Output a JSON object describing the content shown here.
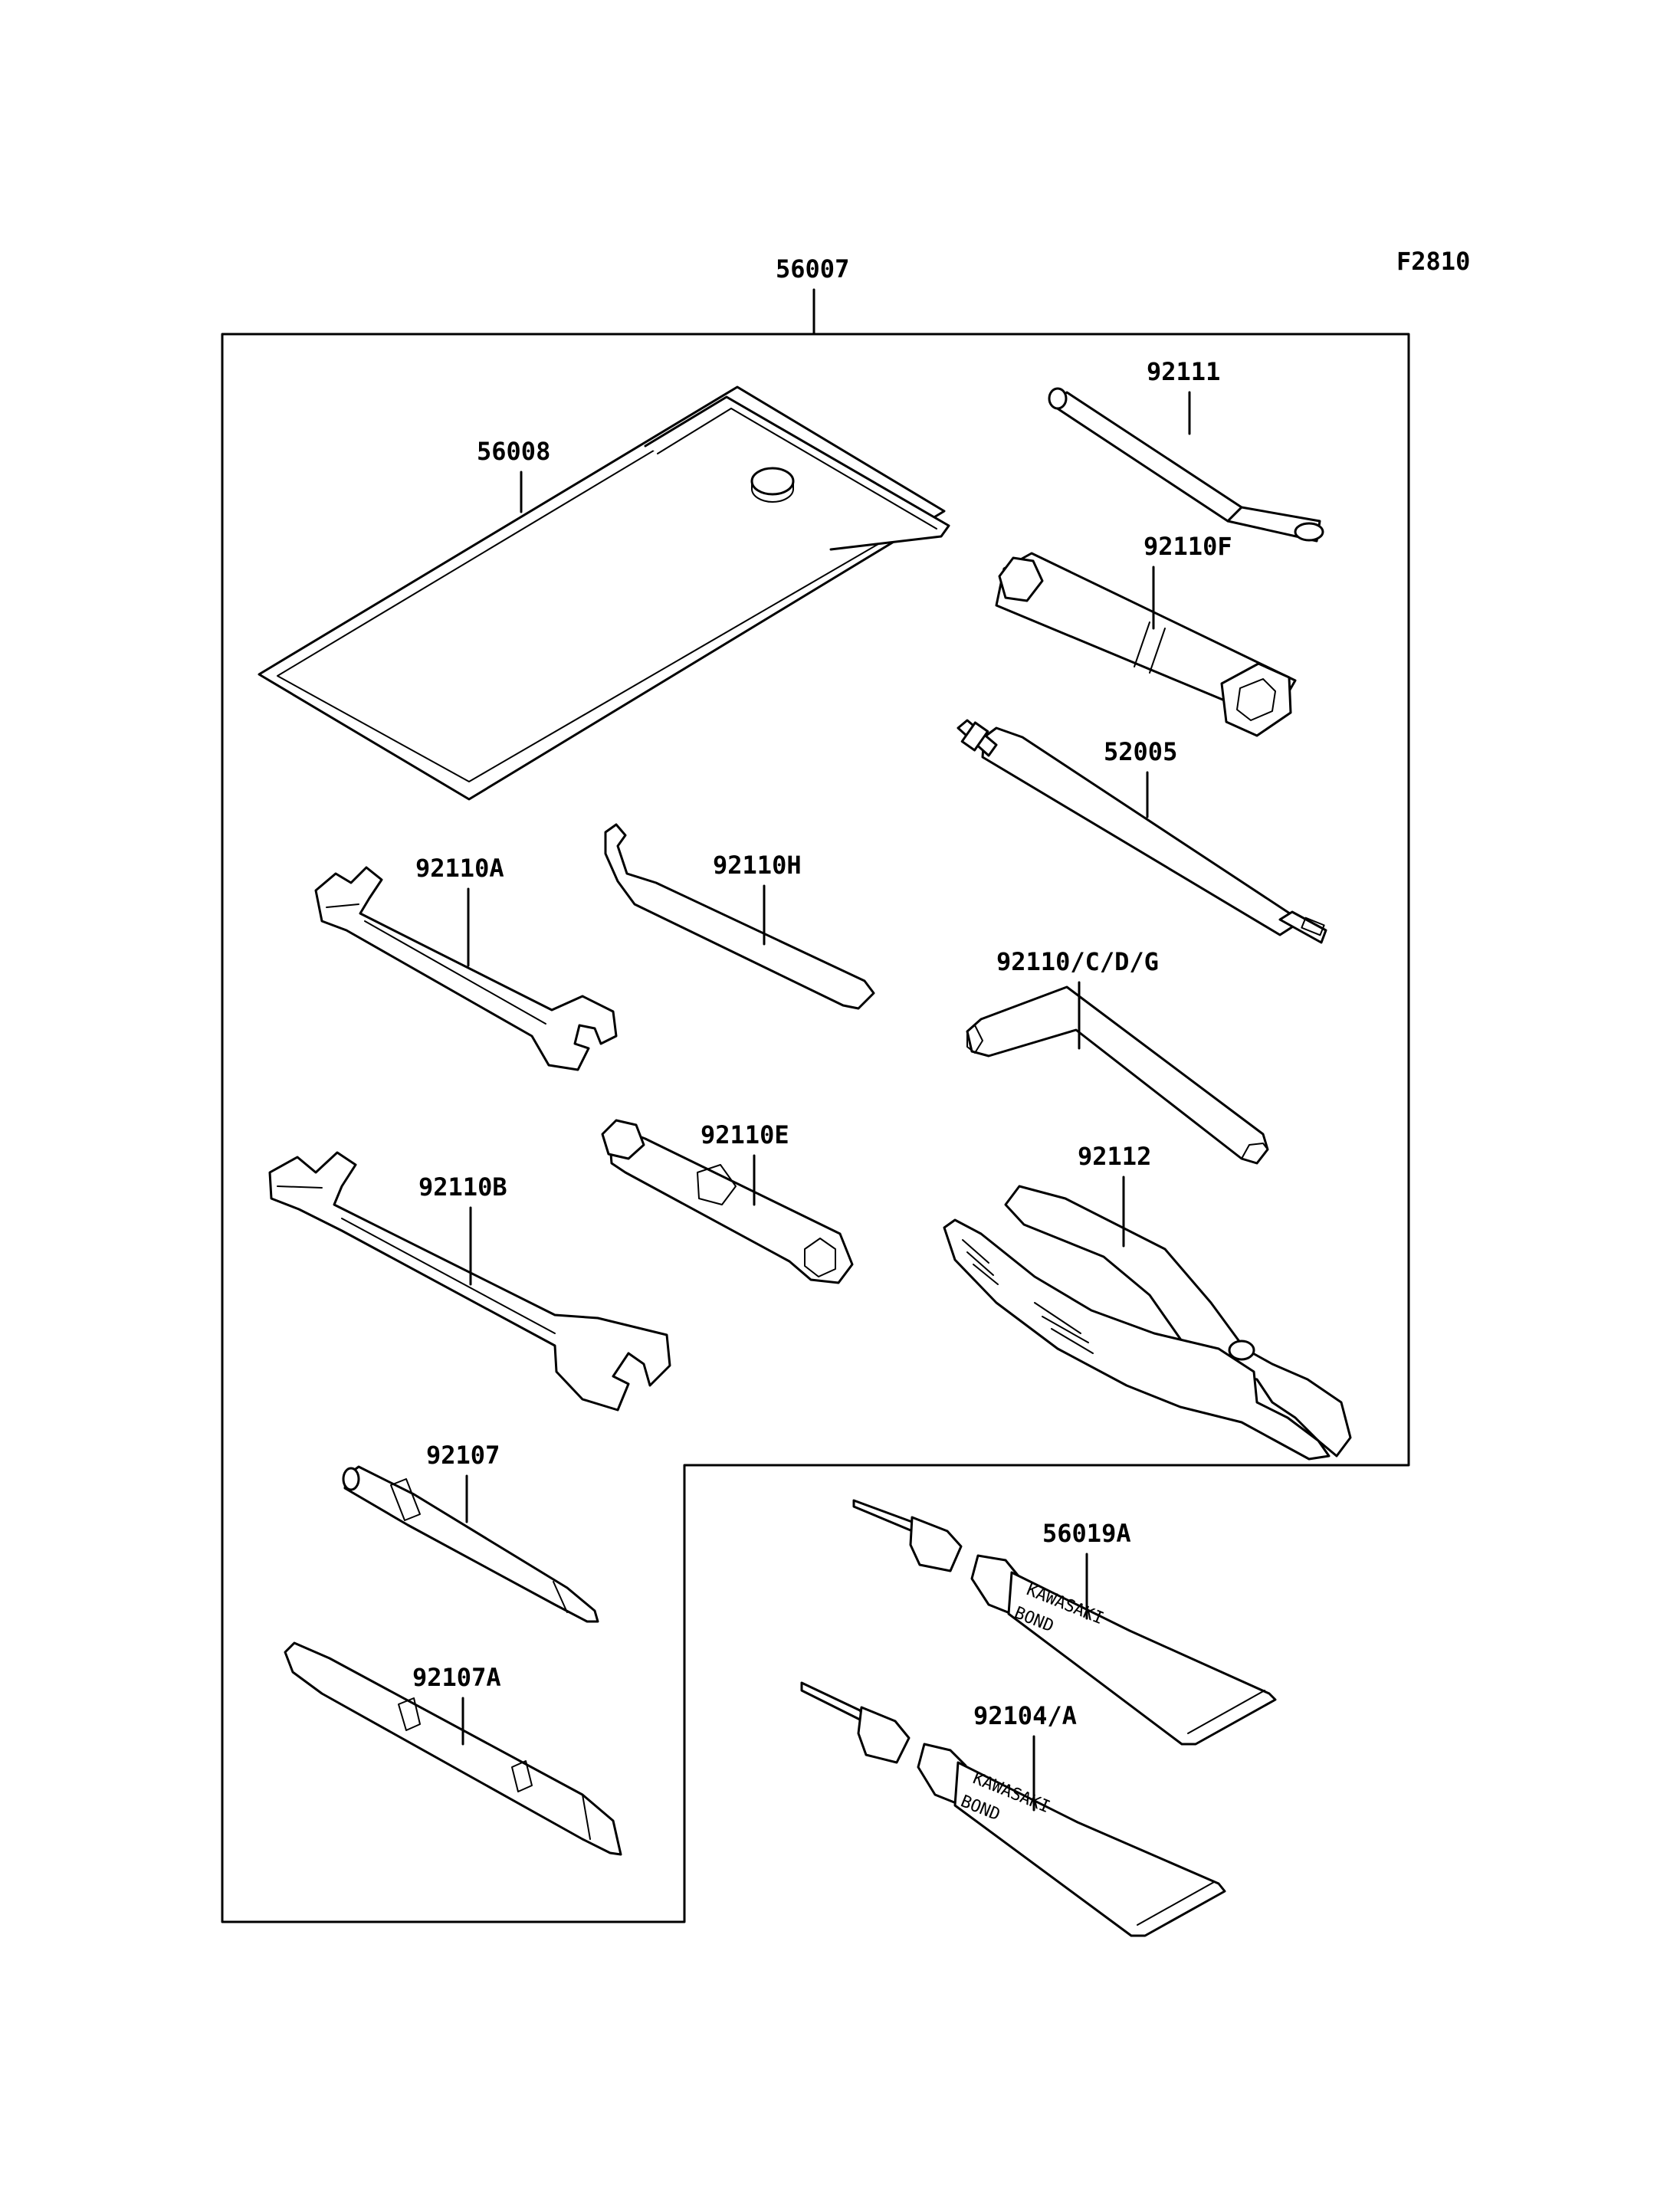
{
  "figure_code": "F2810",
  "kit_label": "56007",
  "parts": [
    {
      "id": "pouch",
      "number": "56008",
      "icon": "tool-pouch-icon"
    },
    {
      "id": "handle",
      "number": "92111",
      "icon": "handle-bar-icon"
    },
    {
      "id": "plug-wrench",
      "number": "92110F",
      "icon": "spark-plug-wrench-icon"
    },
    {
      "id": "gauge",
      "number": "52005",
      "icon": "pressure-gauge-icon"
    },
    {
      "id": "wrench-a",
      "number": "92110A",
      "icon": "open-end-wrench-icon"
    },
    {
      "id": "hook-wrench",
      "number": "92110H",
      "icon": "hook-wrench-icon"
    },
    {
      "id": "hex-keys",
      "number": "92110/C/D/G",
      "icon": "hex-key-icon"
    },
    {
      "id": "wrench-b",
      "number": "92110B",
      "icon": "open-end-wrench-icon"
    },
    {
      "id": "box-wrench",
      "number": "92110E",
      "icon": "box-wrench-icon"
    },
    {
      "id": "pliers",
      "number": "92112",
      "icon": "pliers-icon"
    },
    {
      "id": "driver",
      "number": "92107",
      "icon": "screwdriver-icon"
    },
    {
      "id": "driver-a",
      "number": "92107A",
      "icon": "screwdriver-icon"
    },
    {
      "id": "bond-a",
      "number": "56019A",
      "icon": "adhesive-tube-icon"
    },
    {
      "id": "bond-b",
      "number": "92104/A",
      "icon": "adhesive-tube-icon"
    }
  ],
  "tube_text": {
    "line1": "KAWASAKI",
    "line2": "BOND"
  }
}
